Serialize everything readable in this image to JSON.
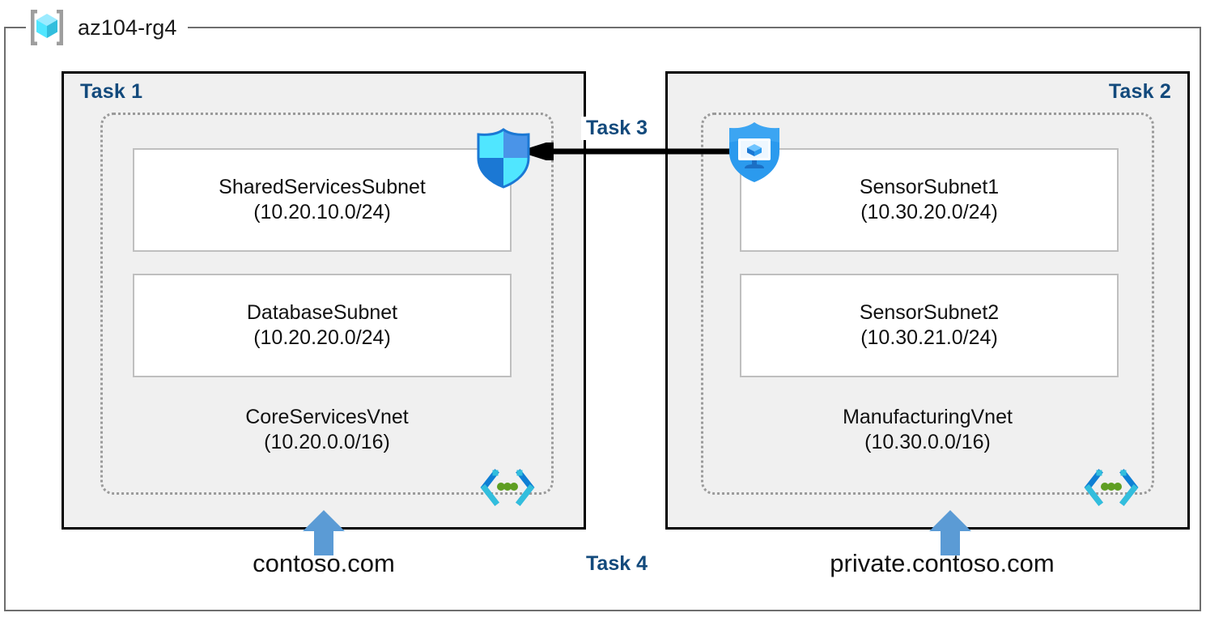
{
  "resource_group": {
    "name": "az104-rg4",
    "icon": "resource-group-cube-icon"
  },
  "tasks": {
    "task1_label": "Task 1",
    "task2_label": "Task 2",
    "task3_label": "Task 3",
    "task4_label": "Task 4"
  },
  "left_region": {
    "task_label": "Task 1",
    "vnet": {
      "name": "CoreServicesVnet",
      "cidr": "(10.20.0.0/16)",
      "icon": "virtual-network-icon"
    },
    "subnets": [
      {
        "name": "SharedServicesSubnet",
        "cidr": "(10.20.10.0/24)"
      },
      {
        "name": "DatabaseSubnet",
        "cidr": "(10.20.20.0/24)"
      }
    ],
    "dns_zone": "contoso.com",
    "dns_arrow_icon": "up-arrow-icon"
  },
  "right_region": {
    "task_label": "Task 2",
    "vnet": {
      "name": "ManufacturingVnet",
      "cidr": "(10.30.0.0/16)",
      "icon": "virtual-network-icon"
    },
    "subnets": [
      {
        "name": "SensorSubnet1",
        "cidr": "(10.30.20.0/24)"
      },
      {
        "name": "SensorSubnet2",
        "cidr": "(10.30.21.0/24)"
      }
    ],
    "dns_zone": "private.contoso.com",
    "dns_arrow_icon": "up-arrow-icon"
  },
  "peering": {
    "label": "Task 3",
    "arrow_icon": "left-arrow-icon",
    "source_icon": "service-endpoint-shield-icon",
    "target_icon": "security-shield-icon"
  },
  "colors": {
    "task_label": "#134a7c",
    "task_box_fill": "#f0f0f0",
    "task_box_border": "#000000",
    "vnet_dotted_border": "#9a9a9a",
    "subnet_border": "#bfbfbf",
    "subnet_fill": "#ffffff",
    "frame_border": "#6e6e6e",
    "dns_arrow": "#5b9bd5",
    "peering_arrow": "#000000",
    "cube_cyan": "#50e6ff",
    "shield_blue": "#1b8ae8",
    "vnet_icon_green": "#5e9e22"
  }
}
